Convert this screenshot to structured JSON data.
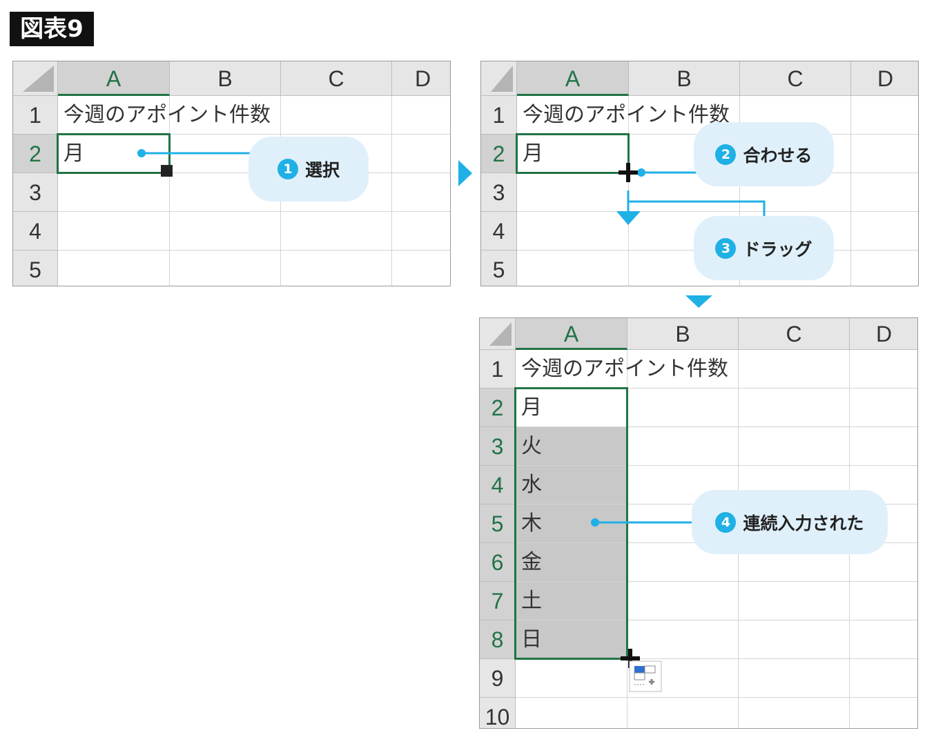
{
  "figure_title": "図表9",
  "sheets": [
    {
      "columns": [
        "A",
        "B",
        "C",
        "D"
      ],
      "rows": [
        "1",
        "2",
        "3",
        "4",
        "5"
      ],
      "cells": [
        [
          "今週のアポイント件数",
          "",
          "",
          ""
        ],
        [
          "月",
          "",
          "",
          ""
        ],
        [
          "",
          "",
          "",
          ""
        ],
        [
          "",
          "",
          "",
          ""
        ],
        [
          "",
          "",
          "",
          ""
        ]
      ]
    },
    {
      "columns": [
        "A",
        "B",
        "C",
        "D"
      ],
      "rows": [
        "1",
        "2",
        "3",
        "4",
        "5"
      ],
      "cells": [
        [
          "今週のアポイント件数",
          "",
          "",
          ""
        ],
        [
          "月",
          "",
          "",
          ""
        ],
        [
          "",
          "",
          "",
          ""
        ],
        [
          "",
          "",
          "",
          ""
        ],
        [
          "",
          "",
          "",
          ""
        ]
      ]
    },
    {
      "columns": [
        "A",
        "B",
        "C",
        "D"
      ],
      "rows": [
        "1",
        "2",
        "3",
        "4",
        "5",
        "6",
        "7",
        "8",
        "9",
        "10"
      ],
      "cells": [
        [
          "今週のアポイント件数",
          "",
          "",
          ""
        ],
        [
          "月",
          "",
          "",
          ""
        ],
        [
          "火",
          "",
          "",
          ""
        ],
        [
          "水",
          "",
          "",
          ""
        ],
        [
          "木",
          "",
          "",
          ""
        ],
        [
          "金",
          "",
          "",
          ""
        ],
        [
          "土",
          "",
          "",
          ""
        ],
        [
          "日",
          "",
          "",
          ""
        ],
        [
          "",
          "",
          "",
          ""
        ],
        [
          "",
          "",
          "",
          ""
        ]
      ]
    }
  ],
  "callouts": [
    {
      "number": "1",
      "label": "選択"
    },
    {
      "number": "2",
      "label": "合わせる"
    },
    {
      "number": "3",
      "label": "ドラッグ"
    },
    {
      "number": "4",
      "label": "連続入力された"
    }
  ],
  "colors": {
    "accent": "#1fb0e6",
    "bubble": "#dff0fb",
    "selection": "#217346",
    "fill": "#c8c8c8"
  }
}
